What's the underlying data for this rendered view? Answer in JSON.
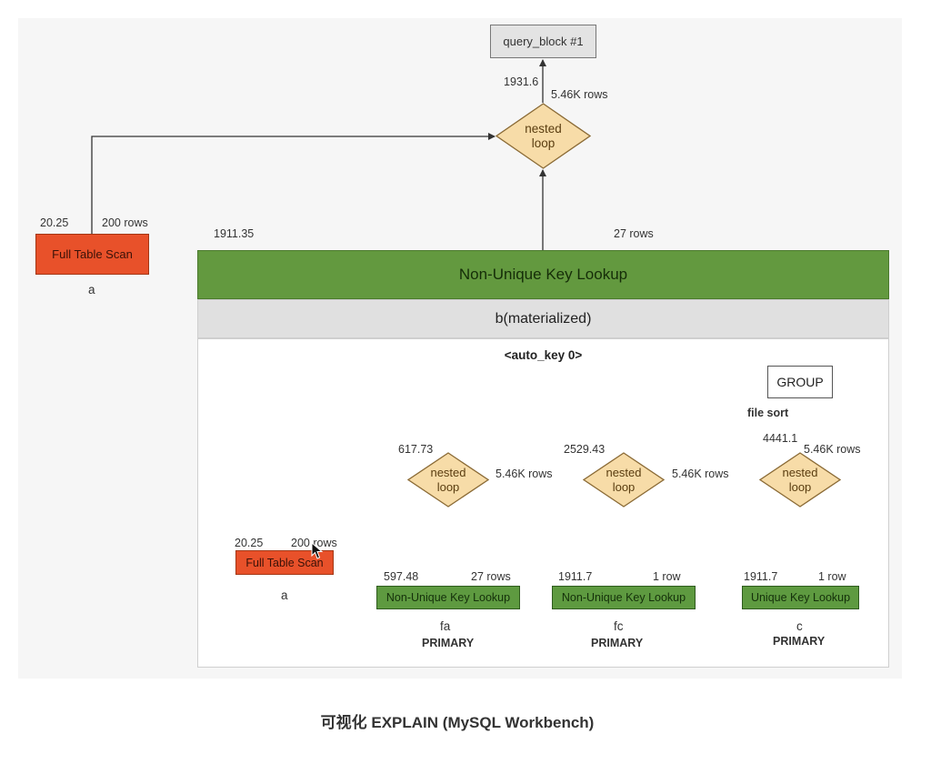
{
  "diagram": {
    "query_block": {
      "label": "query_block #1"
    },
    "top_join": {
      "label": "nested\nloop",
      "cost": "1931.6",
      "rows": "5.46K rows"
    },
    "outer_scan": {
      "label": "Full Table Scan",
      "cost": "20.25",
      "rows": "200 rows",
      "table": "a"
    },
    "materialized": {
      "cost": "1911.35",
      "rows": "27 rows",
      "access": "Non-Unique Key Lookup",
      "table": "b(materialized)",
      "key": "<auto_key 0>"
    },
    "inner": {
      "group": {
        "label": "GROUP",
        "note": "file sort"
      },
      "scan": {
        "label": "Full Table Scan",
        "cost": "20.25",
        "rows": "200 rows",
        "table": "a"
      },
      "loops": [
        {
          "label": "nested\nloop",
          "cost": "617.73",
          "rows_out": "5.46K rows"
        },
        {
          "label": "nested\nloop",
          "cost": "2529.43",
          "rows_out": "5.46K rows"
        },
        {
          "label": "nested\nloop",
          "cost": "4441.1",
          "rows_out": "5.46K rows"
        }
      ],
      "lookups": [
        {
          "label": "Non-Unique Key Lookup",
          "cost": "597.48",
          "rows": "27 rows",
          "table": "fa",
          "key": "PRIMARY"
        },
        {
          "label": "Non-Unique Key Lookup",
          "cost": "1911.7",
          "rows": "1 row",
          "table": "fc",
          "key": "PRIMARY"
        },
        {
          "label": "Unique Key Lookup",
          "cost": "1911.7",
          "rows": "1 row",
          "table": "c",
          "key": "PRIMARY"
        }
      ]
    }
  },
  "caption": "可视化 EXPLAIN (MySQL Workbench)",
  "colors": {
    "full_scan": "#e8512a",
    "key_lookup": "#5e9a40",
    "nested_loop": "#f7dca8",
    "header": "#63993f"
  }
}
